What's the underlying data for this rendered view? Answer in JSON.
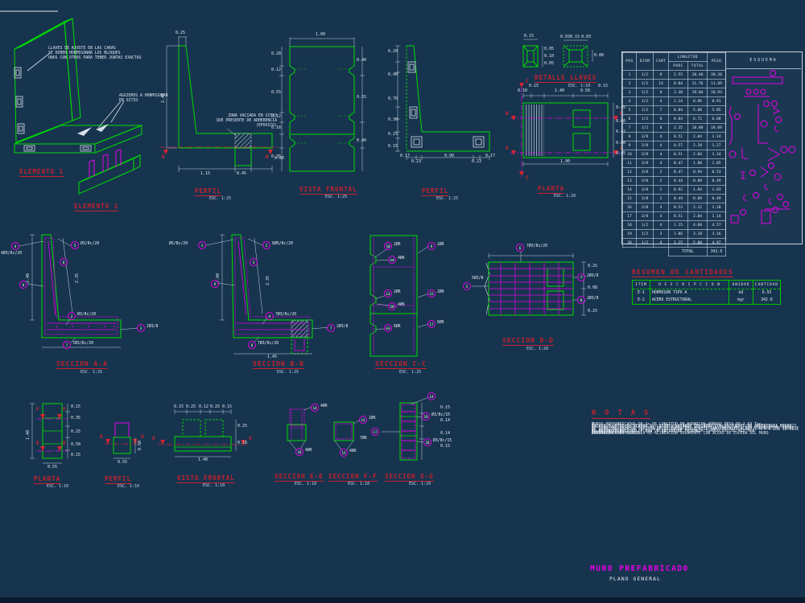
{
  "iso": {
    "elemento1_label": "ELEMENTO 1",
    "elemento2_label": "ELEMENTO 2",
    "ann1": [
      "LLAVES DE AJUSTE EN LAS CARAS",
      "SE DEBEN HORMIGONAR LOS BLOQUES",
      "UNOS CON OTROS PARA TENER JUNTAS EXACTAS"
    ],
    "ann2": [
      "AGUJEROS A HORMIGONAR",
      "EN SITIO"
    ]
  },
  "views": {
    "perfil_top": {
      "title": "PERFIL",
      "scale": "ESC. 1:25",
      "zona_note": [
        "ZONA VACIADA EN SITIO",
        "QUE PRESENTE DE ADHERENCIA",
        "(EPOXICO)"
      ],
      "dims": [
        "0.25",
        "2.45",
        "1.15",
        "0.45",
        "0.60"
      ]
    },
    "vista_frontal_top": {
      "title": "VISTA FRONTAL",
      "scale": "ESC. 1:25",
      "dims": [
        "1.00",
        "0.28",
        "0.12",
        "0.55",
        "0.12",
        "0.18",
        "0.35",
        "0.40",
        "0.55",
        "0.40"
      ]
    },
    "perfil_top2": {
      "title": "PERFIL",
      "scale": "ESC. 1:25",
      "dims_left": [
        "0.20",
        "0.40",
        "0.70",
        "0.30",
        "0.25",
        "0.15"
      ],
      "dims_bottom": [
        "0.17",
        "0.23",
        "0.90",
        "0.23",
        "0.17"
      ]
    },
    "detalle_llaves": {
      "title": "DETALLE LLAVES",
      "scale": "ESC. 1:10",
      "dims": [
        "0.15",
        "0.05",
        "0.10",
        "0.05",
        "0.03",
        "0.15",
        "0.03",
        "0.08"
      ]
    },
    "planta_top": {
      "title": "PLANTA",
      "scale": "ESC. 1:20",
      "dims_top": [
        "0.10",
        "0.15",
        "1.40",
        "0.50",
        "0.15"
      ],
      "dims_right": [
        "0.45",
        "0.60",
        "0.42",
        "0.60",
        "0.45"
      ],
      "dim_bottom": "1.90"
    },
    "seccion_aa": {
      "title": "SECCION A-A",
      "scale": "ESC. 1:25",
      "dim_left": "2.40",
      "dim_slant": "2.35",
      "callouts": [
        {
          "n": "4",
          "label": "4Ø3/8c/20"
        },
        {
          "n": "5",
          "label": "Ø3/8c/20"
        },
        {
          "n": "6",
          "label": ""
        },
        {
          "n": "8",
          "label": ""
        },
        {
          "n": "2",
          "label": "Ø3/8c/20"
        },
        {
          "n": "3",
          "label": "2Ø3/8"
        },
        {
          "n": "7",
          "label": "7Ø3/8c/20"
        }
      ]
    },
    "seccion_bb": {
      "title": "SECCION B-B",
      "scale": "ESC. 1:25",
      "dim_left": "2.40",
      "dim_slant": "2.35",
      "dim_bottom": "1.45",
      "callouts": [
        {
          "n": "1",
          "label": "Ø5/8c/20"
        },
        {
          "n": "2",
          "label": "6Ø5/8c/20"
        },
        {
          "n": "3",
          "label": ""
        },
        {
          "n": "9",
          "label": ""
        },
        {
          "n": "4",
          "label": "7Ø3/8c/20"
        },
        {
          "n": "7",
          "label": "2Ø3/8"
        },
        {
          "n": "6",
          "label": "7Ø3/8c/20"
        }
      ]
    },
    "seccion_cc": {
      "title": "SECCION C-C",
      "scale": "ESC. 1:25",
      "callouts": [
        {
          "n": "10",
          "label": "2Ø6"
        },
        {
          "n": "9",
          "label": "2Ø6"
        },
        {
          "n": "14",
          "label": "4Ø6"
        },
        {
          "n": "11",
          "label": "2Ø6"
        },
        {
          "n": "12",
          "label": "2Ø6"
        },
        {
          "n": "16",
          "label": "4Ø6"
        },
        {
          "n": "13",
          "label": "6Ø6"
        },
        {
          "n": "17",
          "label": "6Ø6"
        }
      ]
    },
    "seccion_dd": {
      "title": "SECCION D-D",
      "scale": "ESC. 1:20",
      "dims_right": [
        "0.25",
        "0.08",
        "0.25"
      ],
      "callouts": [
        {
          "n": "6",
          "label": "7Ø3/8c/20"
        },
        {
          "n": "5",
          "label": "5Ø3/8"
        },
        {
          "n": "7",
          "label": "2Ø3/8"
        },
        {
          "n": "8",
          "label": "2Ø3/8"
        }
      ]
    },
    "planta_bottom": {
      "title": "PLANTA",
      "scale": "ESC. 1:10",
      "dim_left": "1.40",
      "dims_right": [
        "0.15",
        "0.35",
        "0.25",
        "0.50",
        "0.15"
      ],
      "dim_bottom": "0.55"
    },
    "perfil_bottom": {
      "title": "PERFIL",
      "scale": "ESC. 1:10",
      "dim_bottom": "0.55",
      "dim_right": "0.50"
    },
    "vista_frontal_bottom": {
      "title": "VISTA FRONTAL",
      "scale": "ESC. 1:10",
      "dims_top": [
        "0.15",
        "0.25",
        "0.12",
        "0.25",
        "0.15"
      ],
      "dims_right": [
        "0.25",
        "0.18"
      ],
      "dim_bottom": "1.40"
    },
    "seccion_ee": {
      "title": "SECCION E-E",
      "scale": "ESC. 1:10",
      "callouts": [
        {
          "n": "14",
          "label": "4Ø6"
        },
        {
          "n": "16",
          "label": "4Ø6"
        }
      ]
    },
    "seccion_ff": {
      "title": "SECCION F-F",
      "scale": "ESC. 1:10",
      "callouts": [
        {
          "n": "13",
          "label": "2Ø6"
        },
        {
          "n": "15",
          "label": "4Ø6"
        }
      ]
    },
    "seccion_gg": {
      "title": "SECCION G-G",
      "scale": "ESC. 1:10",
      "dims_right": [
        "0.15",
        "0.14",
        "0.14",
        "0.15"
      ],
      "callouts": [
        {
          "n": "14",
          "label": ""
        },
        {
          "n": "17",
          "label": "7Ø6"
        },
        {
          "n": "19",
          "label": "Ø3/8c/15"
        },
        {
          "n": "18",
          "label": "Ø3/8c/15"
        }
      ]
    }
  },
  "cuts": {
    "A": "A",
    "B": "B",
    "C": "C",
    "D": "D",
    "E": "E",
    "F": "F",
    "G": "G"
  },
  "table": {
    "headers": {
      "pos": "POS",
      "diam": "DIAM",
      "cant": "CANT",
      "longitud": "LONGITUD",
      "parc": "PARC",
      "total": "TOTAL",
      "peso": "PESO",
      "esquema": "ESQUEMA"
    },
    "rows": [
      [
        "1",
        "1/2",
        "8",
        "2.55",
        "20.40",
        "20.28"
      ],
      [
        "2",
        "1/2",
        "14",
        "0.84",
        "11.76",
        "11.69"
      ],
      [
        "3",
        "1/2",
        "8",
        "2.38",
        "19.04",
        "18.93"
      ],
      [
        "4",
        "1/2",
        "4",
        "2.24",
        "8.96",
        "8.91"
      ],
      [
        "5",
        "1/2",
        "7",
        "0.84",
        "5.88",
        "5.85"
      ],
      [
        "6",
        "1/2",
        "8",
        "0.84",
        "6.72",
        "6.68"
      ],
      [
        "7",
        "1/2",
        "8",
        "2.35",
        "18.80",
        "18.69"
      ],
      [
        "8",
        "3/8",
        "4",
        "0.51",
        "2.04",
        "1.14"
      ],
      [
        "9",
        "3/8",
        "4",
        "0.57",
        "2.28",
        "1.27"
      ],
      [
        "10",
        "3/8",
        "4",
        "0.51",
        "2.04",
        "1.14"
      ],
      [
        "11",
        "3/8",
        "4",
        "0.47",
        "1.88",
        "1.05"
      ],
      [
        "12",
        "3/8",
        "2",
        "0.47",
        "0.94",
        "0.53"
      ],
      [
        "13",
        "3/8",
        "2",
        "0.44",
        "0.88",
        "0.49"
      ],
      [
        "14",
        "3/8",
        "2",
        "0.92",
        "1.84",
        "1.03"
      ],
      [
        "15",
        "3/8",
        "2",
        "0.44",
        "0.88",
        "0.49"
      ],
      [
        "16",
        "3/8",
        "4",
        "0.53",
        "2.12",
        "1.18"
      ],
      [
        "17",
        "3/8",
        "4",
        "0.51",
        "2.04",
        "1.14"
      ],
      [
        "18",
        "1/2",
        "4",
        "1.15",
        "4.60",
        "4.57"
      ],
      [
        "19",
        "1/2",
        "3",
        "1.06",
        "3.18",
        "3.16"
      ],
      [
        "20",
        "1/2",
        "4",
        "1.25",
        "5.00",
        "4.97"
      ]
    ],
    "total_label": "TOTAL",
    "total_value": "342.6"
  },
  "resumen": {
    "title": "RESUMEN DE CANTIDADES",
    "headers": [
      "ITEM",
      "D E S C R I P C I O N",
      "UNIDAD",
      "CANTIDAD"
    ],
    "rows": [
      [
        "E-1",
        "HORMIGON TIPO A",
        "m3",
        "6.55"
      ],
      [
        "E-2",
        "ACERO ESTRUCTURAL",
        "kgr",
        "342.6"
      ]
    ]
  },
  "notas": {
    "title": "N O T A S",
    "items": [
      {
        "num": "1-",
        "text": "MUROS PREFABRICADOS DE 1m DE LONGITUD DE HORMIGON ARMADO PESO DE 2.63 Ton"
      },
      {
        "num": "2-",
        "text": "LA UNION ENTRE ELEMENTOS 1 Y 2 SERA VACIADA EN SITIO CON UN PUENTE DE ADHERENCIA EPOXICO"
      },
      {
        "num": "3-",
        "text": "CADA BLOQUE TIENE LLAVES DE CORTE, DEBIENDO SER HORMIGONADOS UNOS CON OTROS PARA TENER JUNTAS EXACTAS"
      },
      {
        "num": "4-",
        "text": "SE DEBE PREPARAR LA SUPERFICIE DE FUNDACION Y EFECTUAR UNA NIVELACION CON MORTERO POBRE Y CONSTRUIR UNA PLANTILLA DE ALINEACION SOLAMENTE CON ACERO DE ESPERA DEL MURO"
      },
      {
        "num": "5-",
        "text": "EL HORMIGON ES TIPO \"A\" CON RESISTENCIA CILINDRICA CARACTERISTICA DE 21 MPA A LOS 28 DIAS"
      },
      {
        "num": "6-",
        "text": "EL ACERO ESTRUCTURAL TIENE UN LIMITE DE FLUENCIA (GRADO 60) DE 420 MPA"
      },
      {
        "num": "7-",
        "text": "EL RECUBRIMIENTO ES DE 3cm, Y EN JUNTAS DE 5cm"
      },
      {
        "num": "8-",
        "text": "DIMENSIONES EN METROS"
      }
    ]
  },
  "titleblock": {
    "title": "MURO PREFABRICADO",
    "subtitle": "PLANO GENERAL"
  }
}
